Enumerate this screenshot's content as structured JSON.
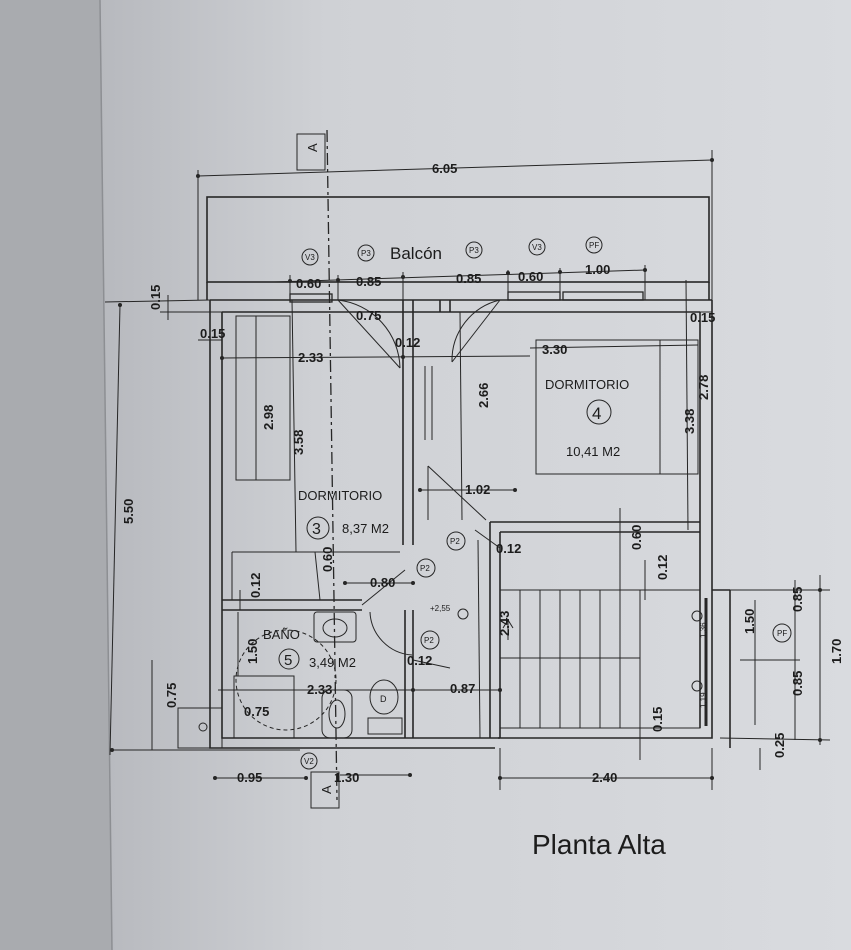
{
  "title": "Planta Alta",
  "section_mark": "A",
  "rooms": {
    "balcony": "Balcón",
    "bedroom4": {
      "name": "DORMITORIO",
      "number": "4",
      "area": "10,41 M2"
    },
    "bedroom3": {
      "name": "DORMITORIO",
      "number": "3",
      "area": "8,37 M2"
    },
    "bath": {
      "name": "BAÑO",
      "number": "5",
      "area": "3,49 M2"
    }
  },
  "opening_tags": {
    "v3": "V3",
    "p3": "P3",
    "pf": "PF",
    "p2": "P2",
    "v2": "V2"
  },
  "fixtures": {
    "level": "+2,55",
    "step_low": "1,19",
    "step_high": "1,36",
    "toilet_mark": "D"
  },
  "dimensions": {
    "total_width": "6.05",
    "total_height": "5.50",
    "balcony_depth": "0.15",
    "v3_left": "0.60",
    "p3_left": "0.85",
    "p3_right": "0.85",
    "v3_right": "0.60",
    "pf_top": "1.00",
    "door_bed3": "0.75",
    "wall_left": "0.15",
    "wall_right": "0.15",
    "wall_mid": "0.12",
    "bed3_width": "2.33",
    "bed4_width": "3.30",
    "closet_len": "2.98",
    "bed3_depth": "3.58",
    "corridor_len": "2.66",
    "bed4_depth_inner": "2.78",
    "bed4_depth": "3.38",
    "corridor_width": "1.02",
    "wall_p2": "0.12",
    "bath_door_offset": "0.60",
    "stair_landing": "0.60",
    "bath_wall": "0.12",
    "hall_width": "0.80",
    "bath_thk": "0.12",
    "stair_gap": "0.12",
    "hall_len": "2.43",
    "bath_depth": "1.50",
    "bath_width": "2.33",
    "hall_gap": "0.87",
    "shower": "0.75",
    "shower_side": "0.75",
    "stair_low_wall": "0.15",
    "pf_side": "1.50",
    "pf_up": "0.85",
    "pf_down": "0.85",
    "stair_total": "1.70",
    "stair_bottom": "0.25",
    "left_bottom": "0.95",
    "v2_width": "1.30",
    "stair_width": "2.40"
  }
}
